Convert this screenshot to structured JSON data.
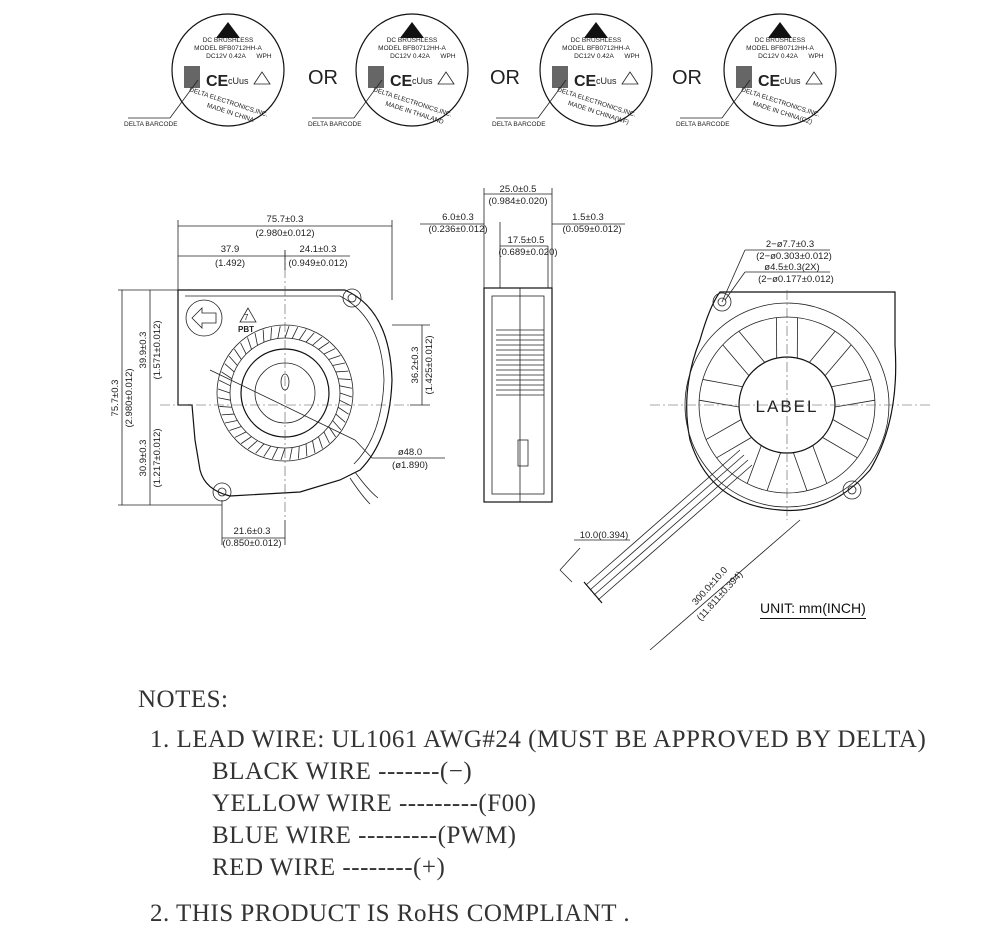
{
  "labels": [
    {
      "brand_line1": "DC BRUSHLESS",
      "model": "MODEL  BFB0712HH-A",
      "rating": "DC12V  0.42A",
      "suffix": "WPH",
      "maker": "DELTA  ELECTRONICS,INC.",
      "origin": "MADE  IN  CHINA",
      "barcode_label": "DELTA BARCODE"
    },
    {
      "brand_line1": "DC BRUSHLESS",
      "model": "MODEL  BFB0712HH-A",
      "rating": "DC12V  0.42A",
      "suffix": "WPH",
      "maker": "DELTA  ELECTRONICS,INC.",
      "origin": "MADE  IN  THAILAND",
      "barcode_label": "DELTA BARCODE"
    },
    {
      "brand_line1": "DC BRUSHLESS",
      "model": "MODEL  BFB0712HH-A",
      "rating": "DC12V  0.42A",
      "suffix": "WPH",
      "maker": "DELTA  ELECTRONICS,INC.",
      "origin": "MADE  IN  CHINA(WF)",
      "barcode_label": "DELTA BARCODE"
    },
    {
      "brand_line1": "DC BRUSHLESS",
      "model": "MODEL  BFB0712HH-A",
      "rating": "DC12V  0.42A",
      "suffix": "WPH",
      "maker": "DELTA  ELECTRONICS,INC.",
      "origin": "MADE  IN  CHINA(CZ)",
      "barcode_label": "DELTA BARCODE"
    }
  ],
  "or_text": "OR",
  "ce_mark": "CE",
  "ul_mark": "cUus",
  "front_view": {
    "width_mm": "75.7±0.3",
    "width_in": "(2.980±0.012)",
    "left_mm": "37.9",
    "left_in": "(1.492)",
    "offset_mm": "24.1±0.3",
    "offset_in": "(0.949±0.012)",
    "height_mm": "75.7±0.3",
    "height_in": "(2.980±0.012)",
    "upper_mm": "39.9±0.3",
    "upper_in": "(1.571±0.012)",
    "lower_mm": "30.9±0.3",
    "lower_in": "(1.217±0.012)",
    "right_mm": "36.2±0.3",
    "right_in": "(1.425±0.012)",
    "bore_mm": "ø48.0",
    "bore_in": "(ø1.890)",
    "bottom_mm": "21.6±0.3",
    "bottom_in": "(0.850±0.012)",
    "recycle_number": "7",
    "recycle_text": "PBT"
  },
  "side_view": {
    "depth_mm": "25.0±0.5",
    "depth_in": "(0.984±0.020)",
    "left_mm": "6.0±0.3",
    "left_in": "(0.236±0.012)",
    "right_mm": "1.5±0.3",
    "right_in": "(0.059±0.012)",
    "inner_mm": "17.5±0.5",
    "inner_in": "(0.689±0.020)"
  },
  "back_view": {
    "hole_a_mm": "2−ø7.7±0.3",
    "hole_a_in": "(2−ø0.303±0.012)",
    "hole_b_mm": "ø4.5±0.3(2X)",
    "hole_b_in": "(2−ø0.177±0.012)",
    "label_text": "LABEL",
    "wire_pitch": "10.0(0.394)",
    "wire_len_mm": "300.0±10.0",
    "wire_len_in": "(11.811±0.394)"
  },
  "unit_text": "UNIT: mm(INCH)",
  "notes": {
    "title": "NOTES:",
    "note1": "1. LEAD WIRE: UL1061 AWG#24 (MUST BE APPROVED BY DELTA)",
    "wires": [
      "BLACK WIRE -------(−)",
      "YELLOW WIRE ---------(F00)",
      "BLUE WIRE ---------(PWM)",
      "RED WIRE --------(+)"
    ],
    "note2": "2. THIS PRODUCT IS RoHS COMPLIANT ."
  }
}
